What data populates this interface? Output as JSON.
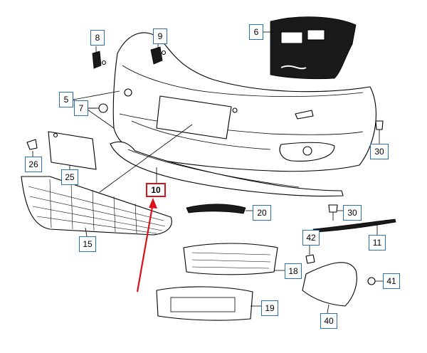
{
  "diagram": {
    "highlight_color": "#d9121b",
    "callout_border_color": "#2a6fb0",
    "callouts": [
      {
        "id": "8",
        "label": "8"
      },
      {
        "id": "9",
        "label": "9"
      },
      {
        "id": "6",
        "label": "6"
      },
      {
        "id": "5",
        "label": "5"
      },
      {
        "id": "7",
        "label": "7"
      },
      {
        "id": "30a",
        "label": "30"
      },
      {
        "id": "26",
        "label": "26"
      },
      {
        "id": "25",
        "label": "25"
      },
      {
        "id": "10",
        "label": "10"
      },
      {
        "id": "20",
        "label": "20"
      },
      {
        "id": "30b",
        "label": "30"
      },
      {
        "id": "15",
        "label": "15"
      },
      {
        "id": "42",
        "label": "42"
      },
      {
        "id": "11",
        "label": "11"
      },
      {
        "id": "18",
        "label": "18"
      },
      {
        "id": "41",
        "label": "41"
      },
      {
        "id": "19",
        "label": "19"
      },
      {
        "id": "40",
        "label": "40"
      }
    ],
    "highlighted_part": "10"
  }
}
